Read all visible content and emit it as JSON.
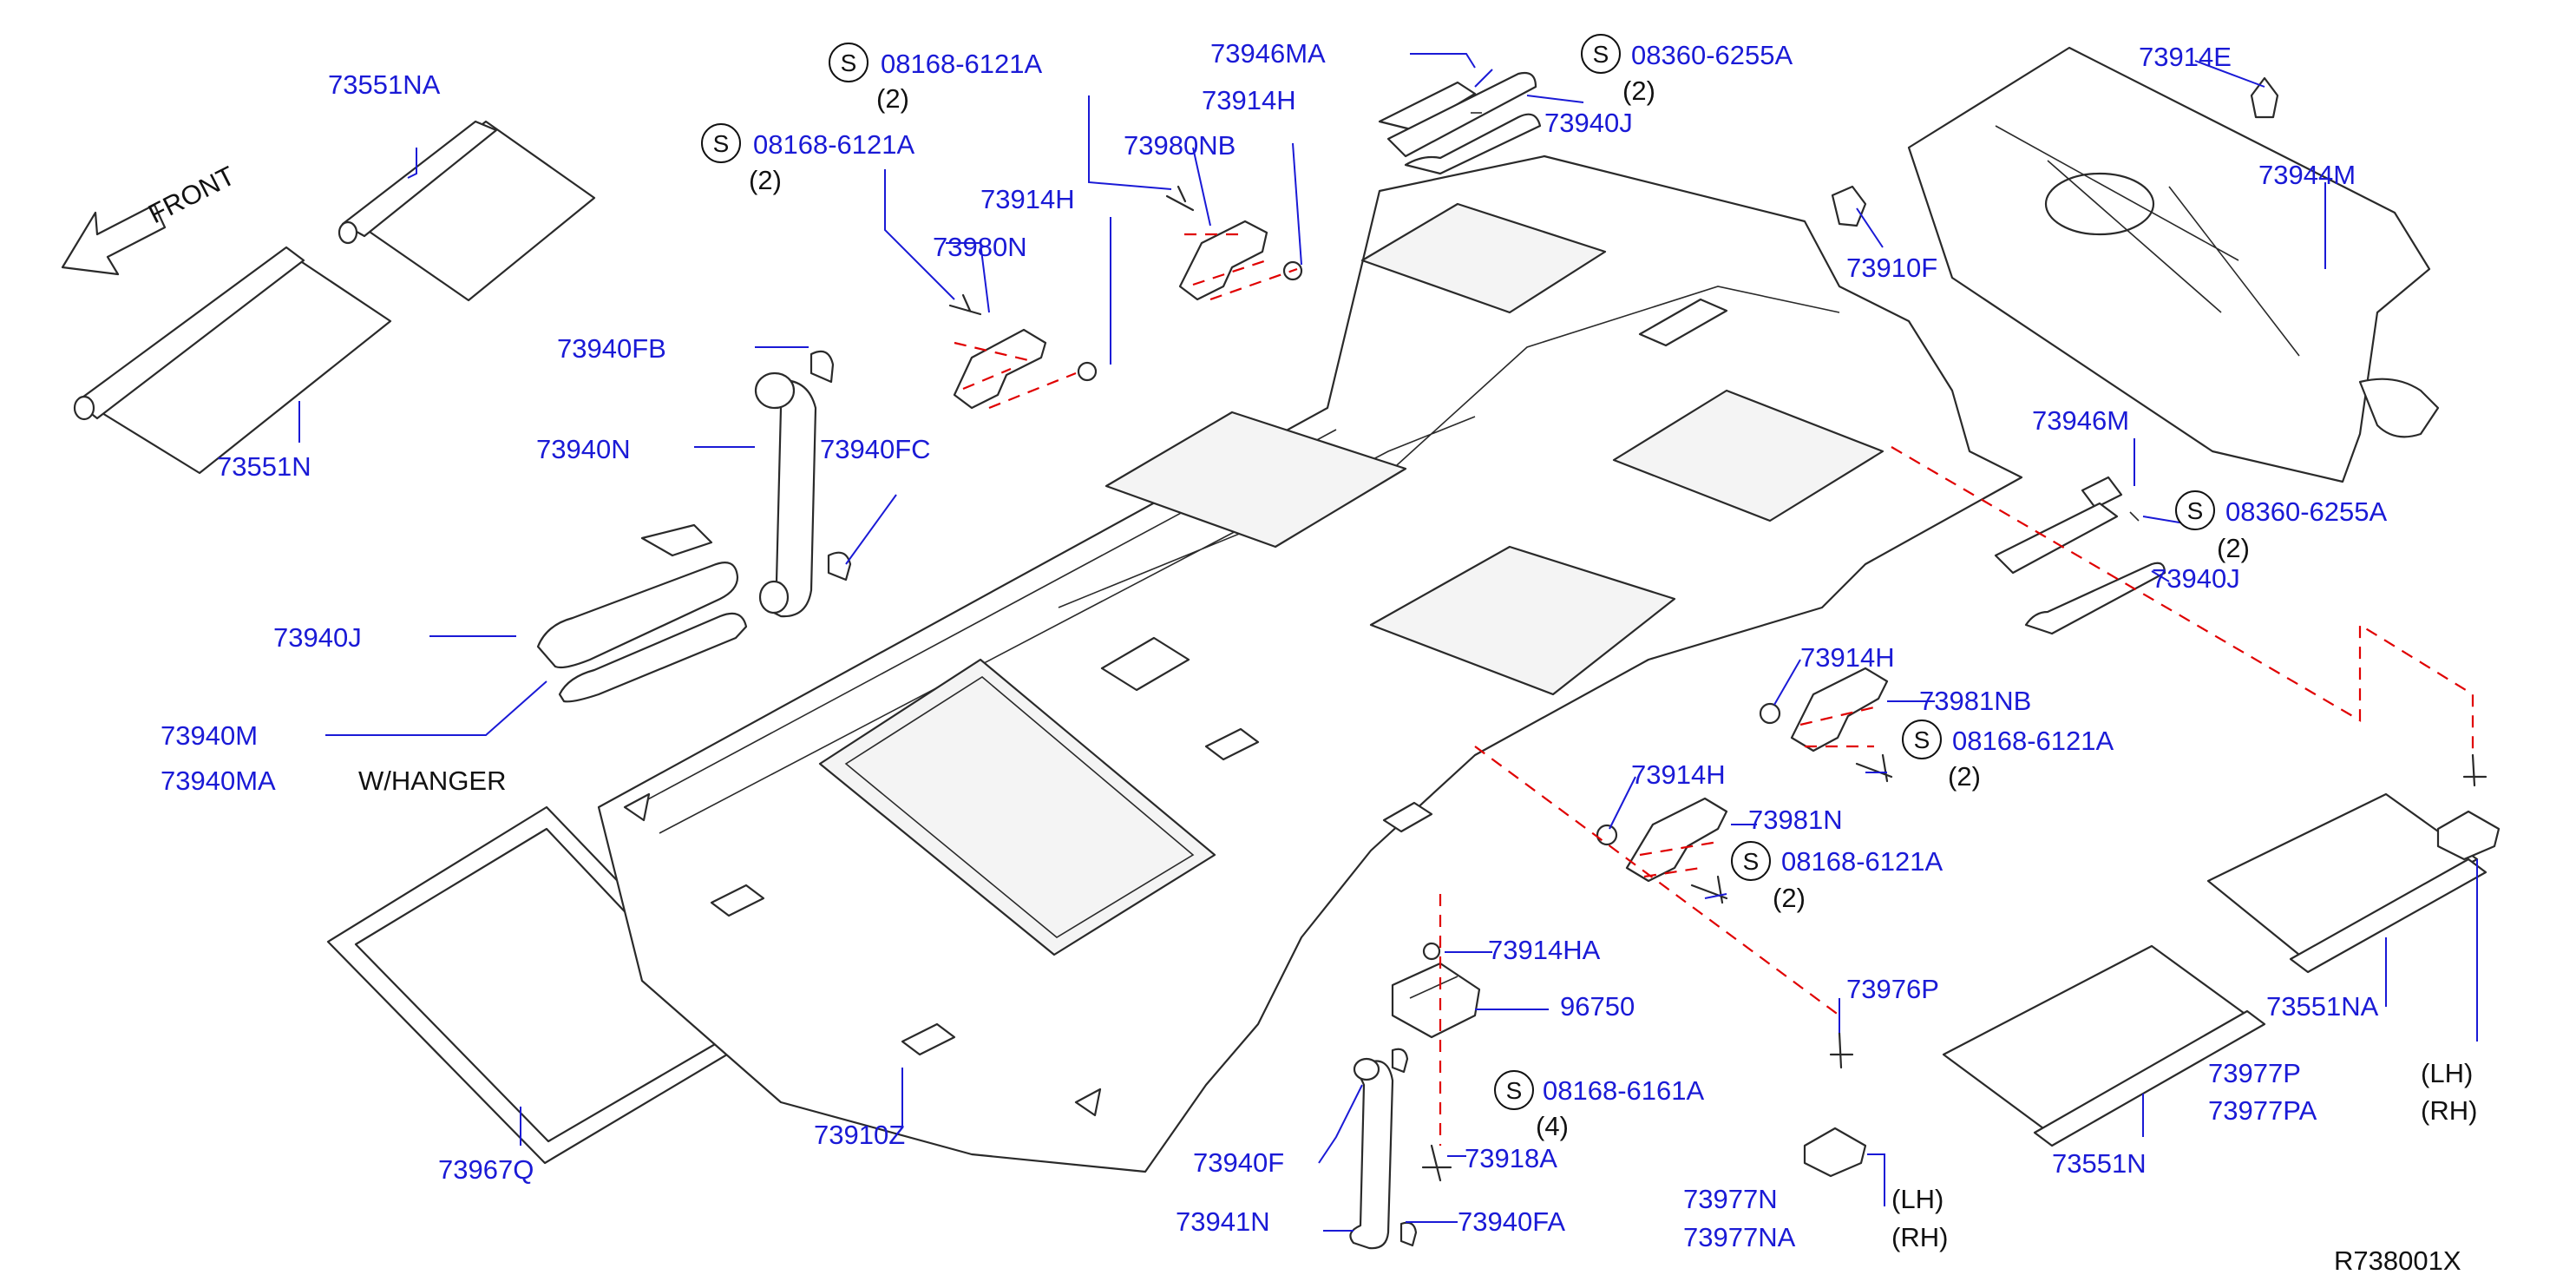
{
  "diagram": {
    "drawing_id": "R738001X",
    "front_label": "FRONT",
    "hanger_note": "W/HANGER",
    "labels": {
      "p73551NA_top": "73551NA",
      "p73551N_left": "73551N",
      "p73940FB": "73940FB",
      "p73940N": "73940N",
      "p73940FC": "73940FC",
      "p73940J_left": "73940J",
      "p73940M": "73940M",
      "p73940MA": "73940MA",
      "s08168_a": "08168-6121A",
      "s08168_b": "08168-6121A",
      "p73914H_a": "73914H",
      "p73980N": "73980N",
      "p73946MA": "73946MA",
      "p73914H_b": "73914H",
      "p73980NB": "73980NB",
      "s08360_a": "08360-6255A",
      "p73940J_top": "73940J",
      "p73914E": "73914E",
      "p73944M": "73944M",
      "p73910F": "73910F",
      "p73946M": "73946M",
      "s08360_b": "08360-6255A",
      "p73940J_right": "73940J",
      "p73914H_c": "73914H",
      "p73981NB": "73981NB",
      "s08168_c": "08168-6121A",
      "p73914H_d": "73914H",
      "p73981N": "73981N",
      "s08168_d": "08168-6121A",
      "p73914HA": "73914HA",
      "p96750": "96750",
      "s08168_6161": "08168-6161A",
      "p73976P": "73976P",
      "p73940F": "73940F",
      "p73918A": "73918A",
      "p73941N": "73941N",
      "p73940FA": "73940FA",
      "p73967Q": "73967Q",
      "p73910Z": "73910Z",
      "p73977N": "73977N",
      "p73977NA": "73977NA",
      "p73551N_right": "73551N",
      "p73551NA_right": "73551NA",
      "p73977P": "73977P",
      "p73977PA": "73977PA"
    },
    "quantities": {
      "q_s08168_a": "(2)",
      "q_s08168_b": "(2)",
      "q_s08360_a": "(2)",
      "q_s08360_b": "(2)",
      "q_s08168_c": "(2)",
      "q_s08168_d": "(2)",
      "q_s08168_6161": "(4)"
    },
    "sides": {
      "lh_1": "(LH)",
      "rh_1": "(RH)",
      "lh_2": "(LH)",
      "rh_2": "(RH)"
    },
    "standard_part_symbol": "S"
  }
}
